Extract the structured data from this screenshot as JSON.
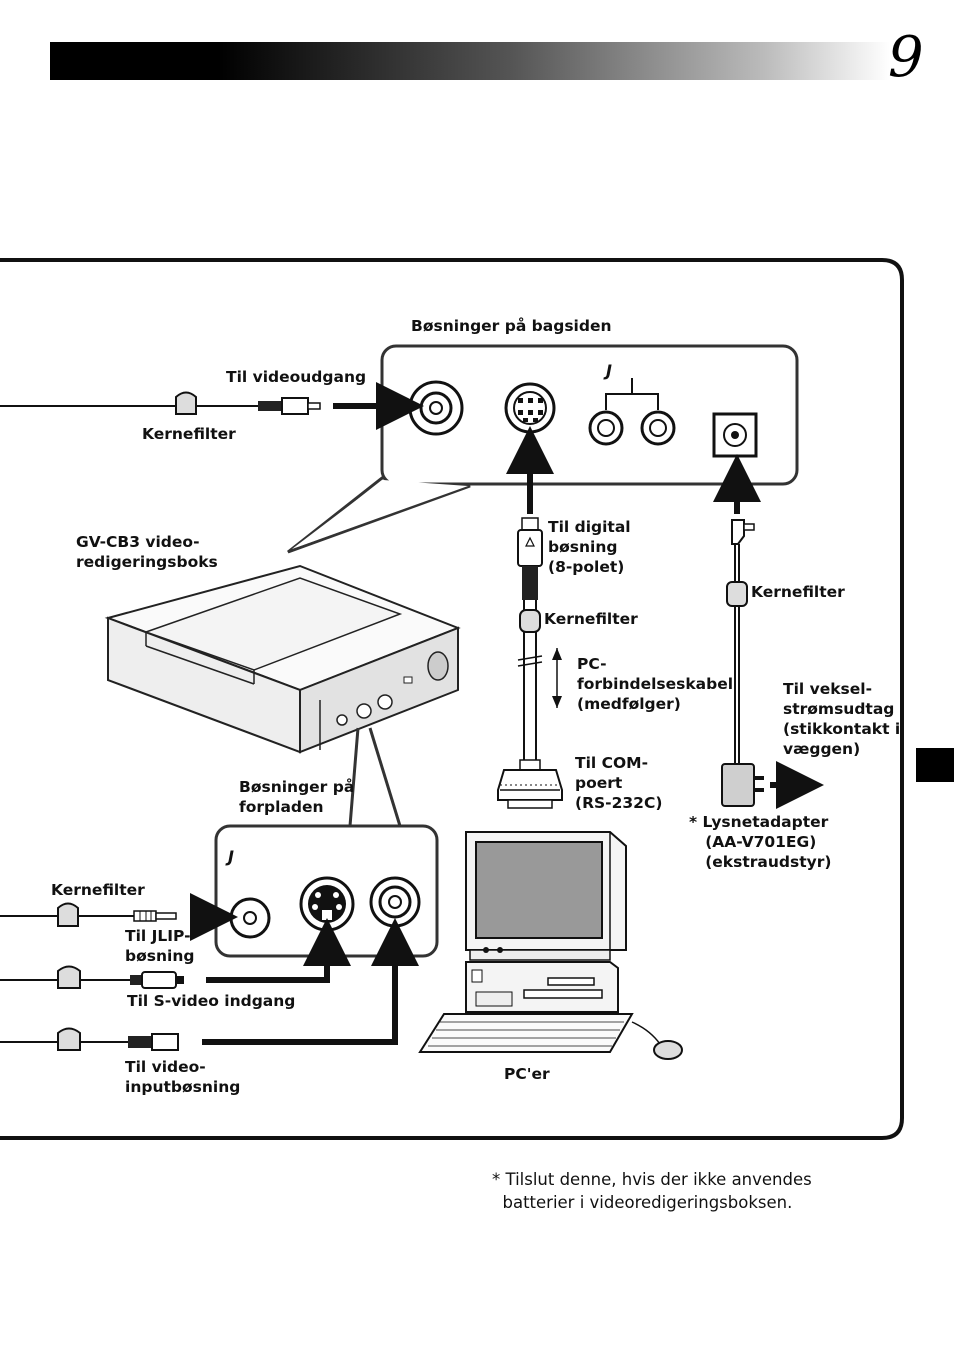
{
  "header": {
    "page_number": "9"
  },
  "labels": {
    "rear_jacks": "Bøsninger på bagsiden",
    "to_video_out": "Til videoudgang",
    "core_filter_top": "Kernefilter",
    "editing_box": "GV-CB3 video-\nredigeringsboks",
    "to_digital": "Til digital\nbøsning\n(8-polet)",
    "core_filter_mid": "Kernefilter",
    "core_filter_right": "Kernefilter",
    "pc_cable": "PC-\nforbindelseskabel\n(medfølger)",
    "to_ac": "Til veksel-\nstrømsudtag\n(stikkontakt i\nvæggen)",
    "to_com": "Til COM-\npoert\n(RS-232C)",
    "adapter": "* Lysnetadapter\n   (AA-V701EG)\n   (ekstraudstyr)",
    "front_jacks": "Bøsninger på\nforpladen",
    "core_filter_left": "Kernefilter",
    "to_jlip": "Til JLIP-\nbøsning",
    "to_svideo": "Til S-video indgang",
    "to_video_in": "Til video-\ninputbøsning",
    "pc": "PC'er",
    "jlip_mark_rear": "J",
    "jlip_mark_front": "J"
  },
  "footnote": "* Tilslut denne, hvis der ikke anvendes\n  batterier i videoredigeringsboksen.",
  "colors": {
    "line": "#111111",
    "panel_border": "#333333",
    "device_fill": "#f2f2f2"
  }
}
